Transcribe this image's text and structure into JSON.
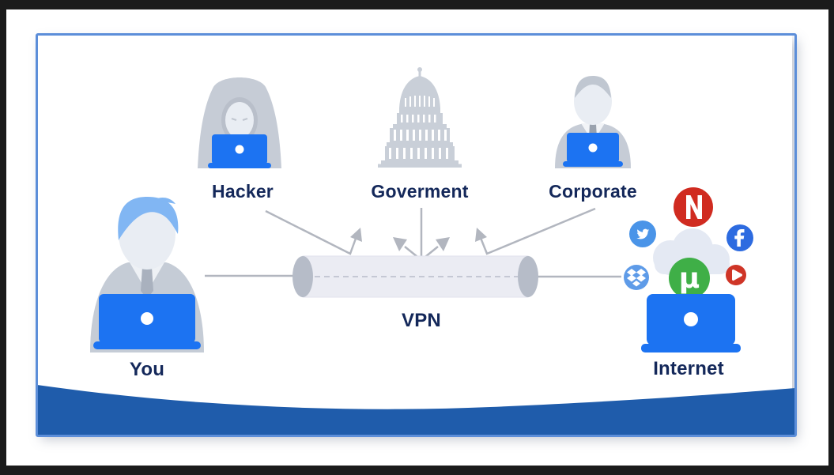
{
  "scene": {
    "type": "vpn-infographic",
    "labels": {
      "you": "You",
      "hacker": "Hacker",
      "government": "Goverment",
      "corporate": "Corporate",
      "vpn": "VPN",
      "internet": "Internet"
    },
    "icon_glyphs": {
      "utorrent": "µ"
    },
    "icons": [
      "you-person-icon",
      "hacker-hooded-icon",
      "capitol-building-icon",
      "corporate-person-icon",
      "laptop-icon",
      "vpn-tunnel-icon",
      "cloud-icon",
      "netflix-icon",
      "twitter-icon",
      "facebook-icon",
      "dropbox-icon",
      "utorrent-icon",
      "youtube-icon",
      "deflect-arrow-icon"
    ],
    "colors": {
      "accent_blue": "#1c73f2",
      "label_navy": "#14285a",
      "figure_gray": "#c6ccd6",
      "face_tone": "#e9edf3",
      "hair_blue": "#81b6f3",
      "tunnel_fill": "#ebecf3",
      "tunnel_cap": "#b6bcc8",
      "line_gray": "#b2b6bf",
      "card_border": "#5c8ed9",
      "wave_blue": "#1f5cab",
      "cloud": "#e4e9f3",
      "netflix_red": "#d02b20",
      "twitter_blue": "#4a94e8",
      "facebook_blue": "#2d6be0",
      "dropbox_blue": "#5e9be8",
      "utorrent_green": "#3faf47",
      "youtube_red": "#cf3527"
    }
  }
}
